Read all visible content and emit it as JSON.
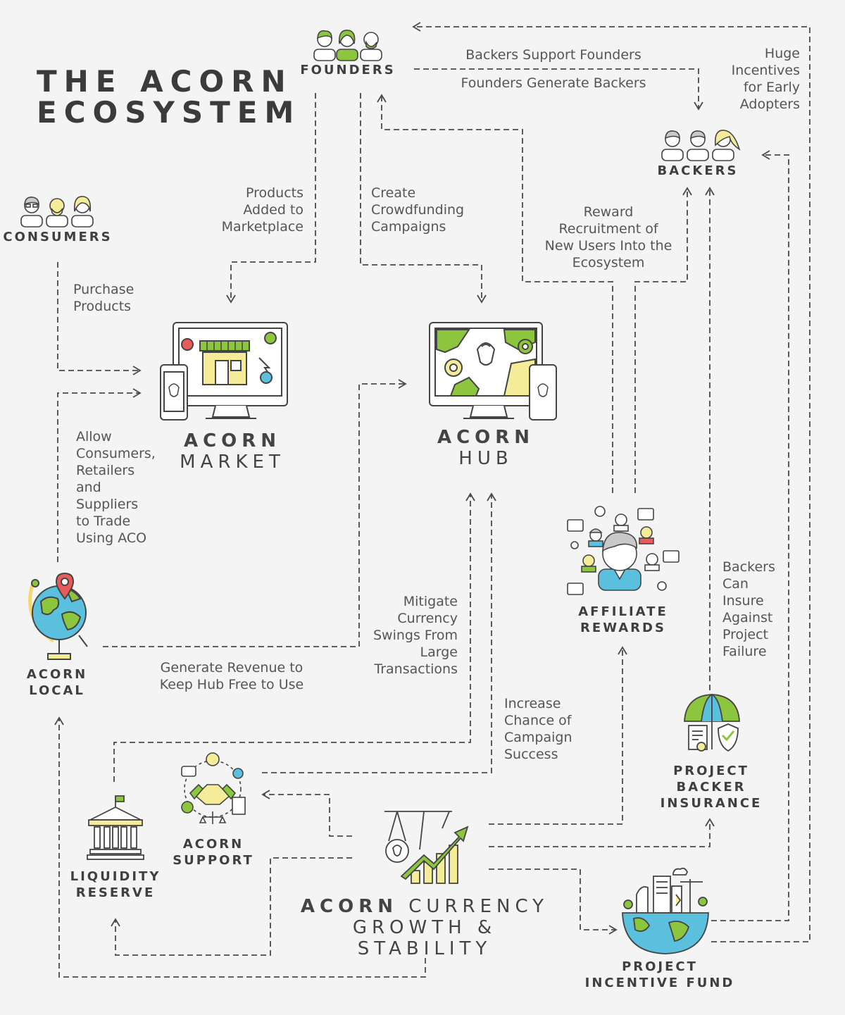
{
  "title": "THE ACORN\nECOSYSTEM",
  "nodes": {
    "founders": "FOUNDERS",
    "backers": "BACKERS",
    "consumers": "CONSUMERS",
    "market_bold": "ACORN",
    "market_light": "MARKET",
    "hub_bold": "ACORN",
    "hub_light": "HUB",
    "affiliate": "AFFILIATE\nREWARDS",
    "local": "ACORN\nLOCAL",
    "insurance": "PROJECT\nBACKER\nINSURANCE",
    "liquidity": "LIQUIDITY\nRESERVE",
    "support": "ACORN\nSUPPORT",
    "currency_bold": "ACORN",
    "currency_light_1": "CURRENCY",
    "currency_light_2": "GROWTH & STABILITY",
    "fund": "PROJECT\nINCENTIVE FUND"
  },
  "edges": {
    "backers_support": "Backers Support Founders",
    "founders_generate": "Founders Generate Backers",
    "huge_incentives": "Huge\nIncentives\nfor Early\nAdopters",
    "products_added": "Products\nAdded to\nMarketplace",
    "create_crowdfunding": "Create\nCrowdfunding\nCampaigns",
    "reward_recruitment": "Reward\nRecruitment of\nNew Users Into the\nEcosystem",
    "purchase_products": "Purchase\nProducts",
    "allow_consumers": "Allow\nConsumers,\nRetailers\nand\nSuppliers\nto Trade\nUsing ACO",
    "backers_insure": "Backers\nCan\nInsure\nAgainst\nProject\nFailure",
    "mitigate": "Mitigate\nCurrency\nSwings From\nLarge\nTransactions",
    "generate_revenue": "Generate Revenue to\nKeep Hub Free to Use",
    "increase_chance": "Increase\nChance of\nCampaign\nSuccess"
  },
  "colors": {
    "background": "#f4f4f4",
    "line": "#4a4a4a",
    "green": "#8cc63f",
    "yellow": "#f5ec9a",
    "blue": "#5bc0de",
    "red": "#e95b5b"
  },
  "icons": [
    "founders-people-icon",
    "backers-people-icon",
    "consumers-people-icon",
    "market-computer-icon",
    "hub-computer-icon",
    "affiliate-network-icon",
    "globe-icon",
    "umbrella-shield-icon",
    "bank-icon",
    "handshake-icon",
    "growth-chart-icon",
    "world-city-icon"
  ]
}
